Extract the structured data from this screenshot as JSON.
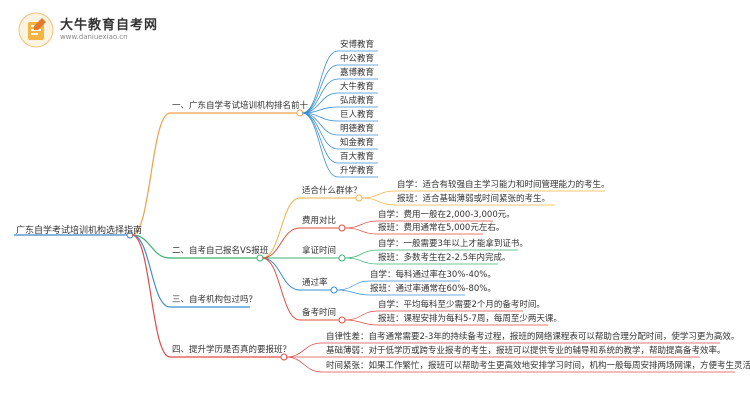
{
  "brand": {
    "title": "大牛教育自考网",
    "url": "www.daniuexiao.cn"
  },
  "colors": {
    "root": "#3d86c6",
    "b1": "#f0a04b",
    "b2": "#3bb273",
    "b3": "#3b8fd6",
    "b4": "#e24a4a",
    "s1": "#f0b046",
    "s2": "#e04d3f",
    "s3": "#3bb273",
    "s4": "#3b8fd6",
    "s5": "#e04d3f"
  },
  "root": "广东自学考试培训机构选择指南",
  "branches": [
    {
      "label": "一、广东自学考试培训机构排名前十",
      "items": [
        "安博教育",
        "中公教育",
        "嘉博教育",
        "大牛教育",
        "弘成教育",
        "巨人教育",
        "明德教育",
        "知金教育",
        "百大教育",
        "升学教育"
      ]
    },
    {
      "label": "二、自考自己报名VS报班",
      "subs": [
        {
          "label": "适合什么群体？",
          "leaves": [
            "自学：适合有较强自主学习能力和时间管理能力的考生。",
            "报班：适合基础薄弱或时间紧张的考生。"
          ]
        },
        {
          "label": "费用对比",
          "leaves": [
            "自学：费用一般在2,000-3,000元。",
            "报班：费用通常在5,000元左右。"
          ]
        },
        {
          "label": "拿证时间",
          "leaves": [
            "自学：一般需要3年以上才能拿到证书。",
            "报班：多数考生在2-2.5年内完成。"
          ]
        },
        {
          "label": "通过率",
          "leaves": [
            "自学：每科通过率在30%-40%。",
            "报班：通过率通常在60%-80%。"
          ]
        },
        {
          "label": "备考时间",
          "leaves": [
            "自学：平均每科至少需要2个月的备考时间。",
            "报班：课程安排为每科5-7周，每周至少两天课。"
          ]
        }
      ]
    },
    {
      "label": "三、自考机构包过吗？"
    },
    {
      "label": "四、提升学历是否真的要报班？",
      "leaves": [
        "自律性差：自考通常需要2-3年的持续备考过程，报班的网络课程表可以帮助合理分配时间，使学习更为高效。",
        "基础薄弱：对于低学历或跨专业报考的考生，报班可以提供专业的辅导和系统的教学，帮助提高备考效率。",
        "时间紧张：如果工作繁忙，报班可以帮助考生更高效地安排学习时间，机构一般每周安排两场网课，方便考生灵活学习。"
      ]
    }
  ]
}
